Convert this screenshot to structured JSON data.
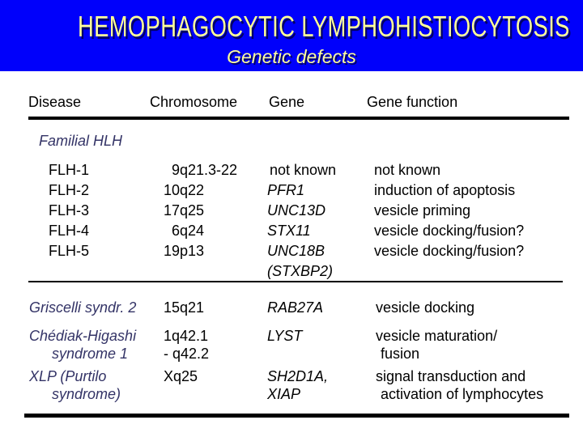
{
  "slide": {
    "title": "HEMOPHAGOCYTIC LYMPHOHISTIOCYTOSIS",
    "subtitle": "Genetic defects"
  },
  "colors": {
    "banner_blue": "#0000FB",
    "title_yellow": "#FFFF99",
    "disease_navy": "#333366",
    "body_text": "#000000"
  },
  "table": {
    "headers": {
      "disease": "Disease",
      "chromosome": "Chromosome",
      "gene": "Gene",
      "gene_function": "Gene function"
    },
    "section_label": "Familial HLH",
    "familial_rows": [
      {
        "disease": "FLH-1",
        "chromosome": "9q21.3-22",
        "gene": "not known",
        "function": "not known"
      },
      {
        "disease": "FLH-2",
        "chromosome": "10q22",
        "gene": "PFR1",
        "function": "induction of apoptosis"
      },
      {
        "disease": "FLH-3",
        "chromosome": "17q25",
        "gene": "UNC13D",
        "function": "vesicle priming"
      },
      {
        "disease": "FLH-4",
        "chromosome": "6q24",
        "gene": "STX11",
        "function": "vesicle docking/fusion?"
      },
      {
        "disease": "FLH-5",
        "chromosome": "19p13",
        "gene": "UNC18B\n(STXBP2)",
        "function": "vesicle docking/fusion?"
      }
    ],
    "other_rows": [
      {
        "disease": "Griscelli syndr. 2",
        "chromosome": "15q21",
        "gene": "RAB27A",
        "function": "vesicle docking"
      },
      {
        "disease": "Chédiak-Higashi\nsyndrome 1",
        "chromosome": "1q42.1\n- q42.2",
        "gene": "LYST",
        "function": "vesicle maturation/\nfusion"
      },
      {
        "disease": "XLP (Purtilo\nsyndrome)",
        "chromosome": "Xq25",
        "gene": "SH2D1A,\nXIAP",
        "function": "signal transduction and\nactivation of lymphocytes"
      }
    ]
  }
}
